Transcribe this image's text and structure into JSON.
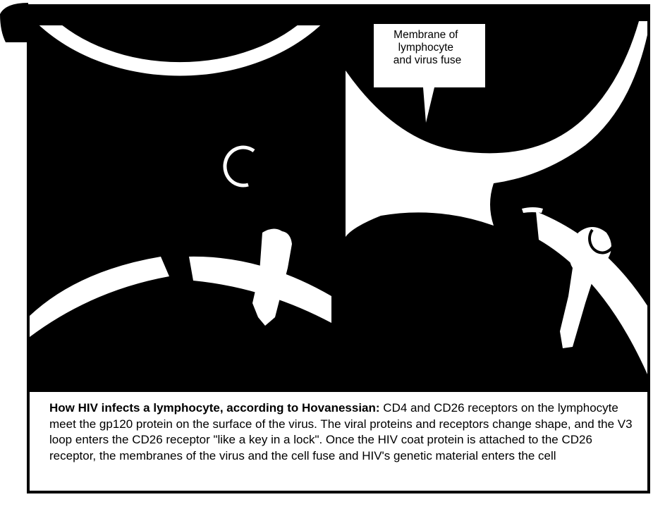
{
  "callout": {
    "lines": [
      "Membrane of",
      "lymphocyte",
      "and virus fuse"
    ]
  },
  "caption": {
    "title": "How HIV infects a lymphocyte, according to Hovanessian:",
    "body": " CD4 and CD26 receptors on the lymphocyte meet the gp120 protein on the surface of the virus. The viral proteins and receptors change shape, and the V3 loop enters the CD26 receptor \"like a key in a lock\". Once the HIV coat protein is attached to the CD26 receptor, the membranes of the virus and the cell fuse and HIV's genetic material enters the cell"
  },
  "colors": {
    "background": "#000000",
    "membrane": "#ffffff",
    "paper": "#ffffff"
  }
}
